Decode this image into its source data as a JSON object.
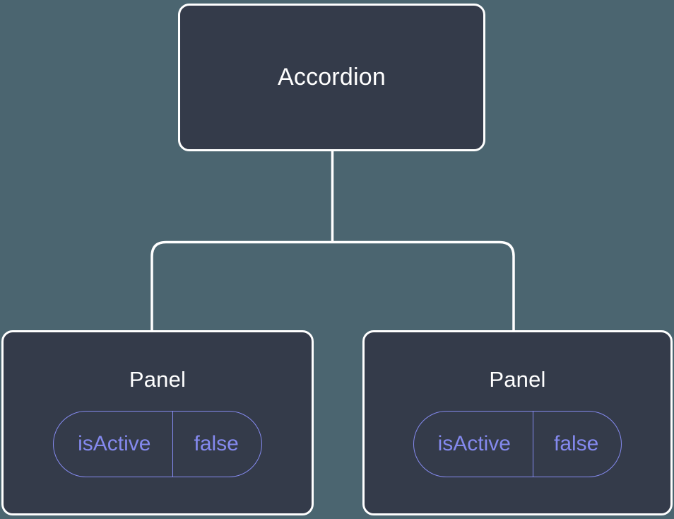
{
  "diagram": {
    "type": "component-tree",
    "background_color": "#4b6570",
    "node_fill_color": "#343b4a",
    "node_border_color": "#ffffff",
    "edge_color": "#ffffff",
    "badge_color": "#8489ee",
    "title_color": "#ffffff",
    "root": {
      "label": "Accordion"
    },
    "children": [
      {
        "label": "Panel",
        "prop": {
          "key": "isActive",
          "value": "false"
        }
      },
      {
        "label": "Panel",
        "prop": {
          "key": "isActive",
          "value": "false"
        }
      }
    ]
  }
}
